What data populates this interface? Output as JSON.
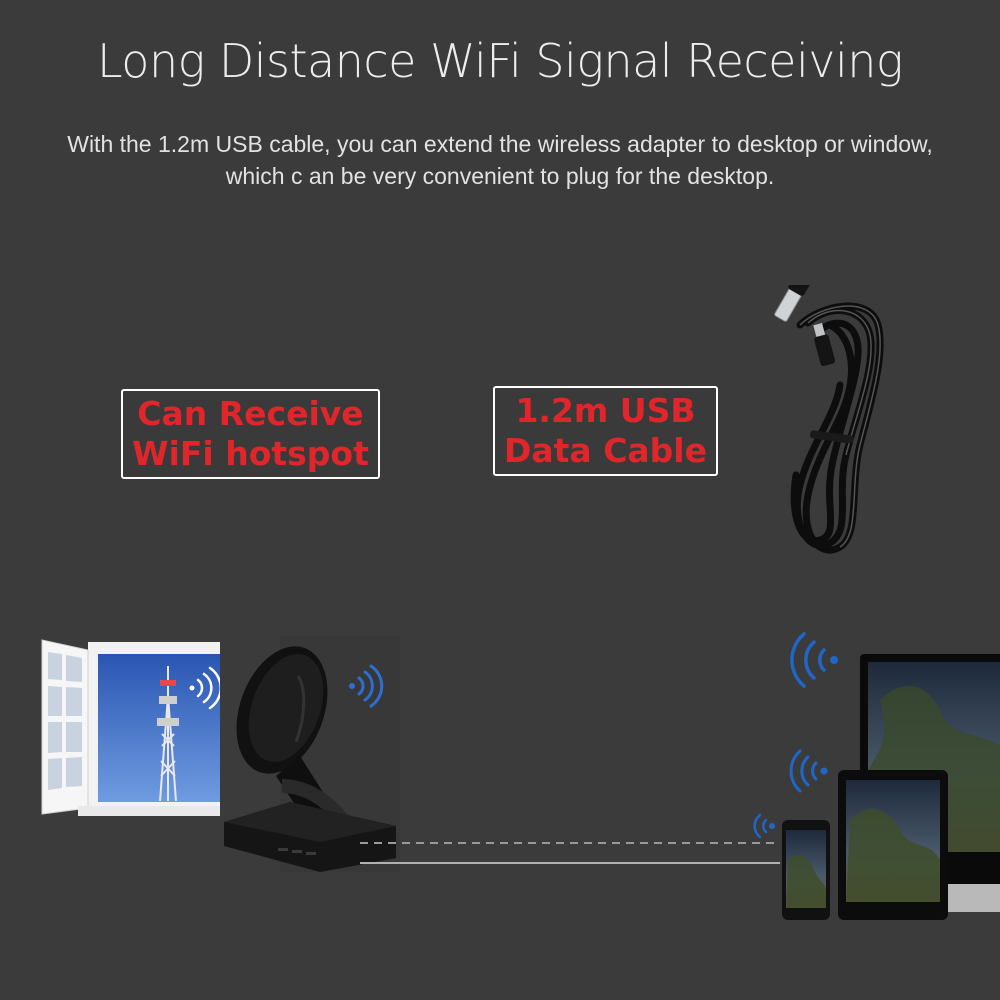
{
  "header": {
    "title": "Long Distance WiFi Signal Receiving",
    "subtitle_line1": "With the 1.2m USB cable, you can extend the wireless adapter to desktop or window,",
    "subtitle_line2": "which c an be very convenient to plug for the desktop."
  },
  "badges": {
    "hotspot": {
      "line1": "Can Receive",
      "line2": "WiFi hotspot"
    },
    "cable": {
      "line1": "1.2m USB",
      "line2": "Data Cable"
    }
  },
  "colors": {
    "background": "#3b3b3b",
    "badge_text": "#e0262b",
    "signal": "#1e63c4"
  },
  "illustrations": {
    "cable": "usb-cable-image",
    "window": "open-window-with-cell-tower",
    "adapter": "wifi-adapter-with-dish-antenna",
    "devices": [
      "smartphone",
      "tablet",
      "monitor"
    ]
  }
}
